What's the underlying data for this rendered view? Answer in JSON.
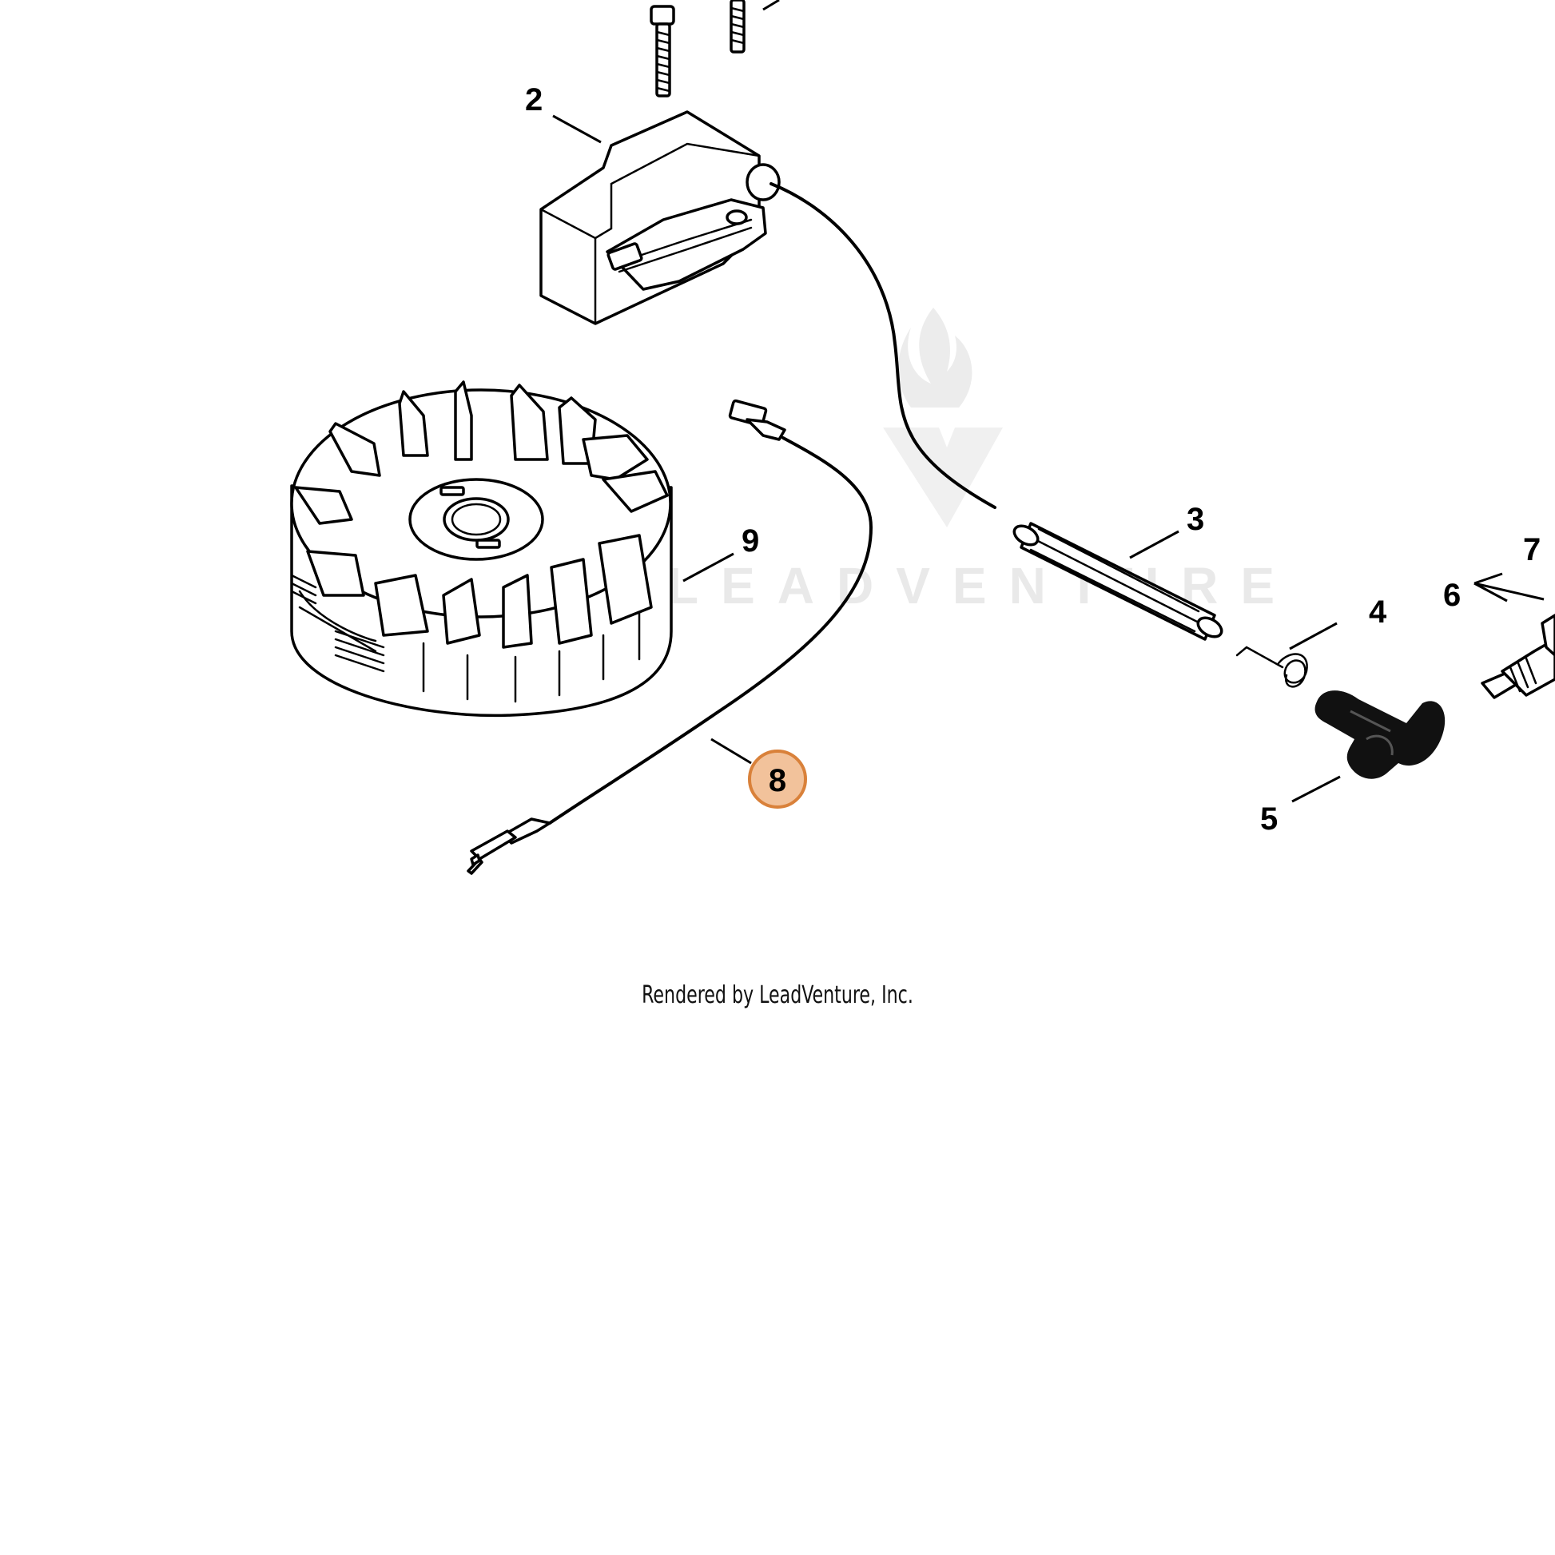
{
  "watermark": {
    "text": "LEADVENTURE"
  },
  "credit": "Rendered by LeadVenture, Inc.",
  "highlight_color": "#d9813a",
  "callouts": [
    {
      "id": "2",
      "label": "2",
      "highlighted": false
    },
    {
      "id": "3",
      "label": "3",
      "highlighted": false
    },
    {
      "id": "4",
      "label": "4",
      "highlighted": false
    },
    {
      "id": "5",
      "label": "5",
      "highlighted": false
    },
    {
      "id": "6",
      "label": "6",
      "highlighted": false
    },
    {
      "id": "7",
      "label": "7",
      "highlighted": false
    },
    {
      "id": "8",
      "label": "8",
      "highlighted": true
    },
    {
      "id": "9",
      "label": "9",
      "highlighted": false
    }
  ],
  "parts": [
    {
      "callout": "2",
      "icon": "ignition-coil-icon"
    },
    {
      "callout": "3",
      "icon": "spark-plug-lead-sleeve-icon"
    },
    {
      "callout": "4",
      "icon": "spring-icon"
    },
    {
      "callout": "5",
      "icon": "spark-plug-boot-icon"
    },
    {
      "callout": "6",
      "icon": "spark-plug-icon"
    },
    {
      "callout": "8",
      "icon": "ground-wire-icon"
    },
    {
      "callout": "9",
      "icon": "flywheel-icon"
    }
  ]
}
